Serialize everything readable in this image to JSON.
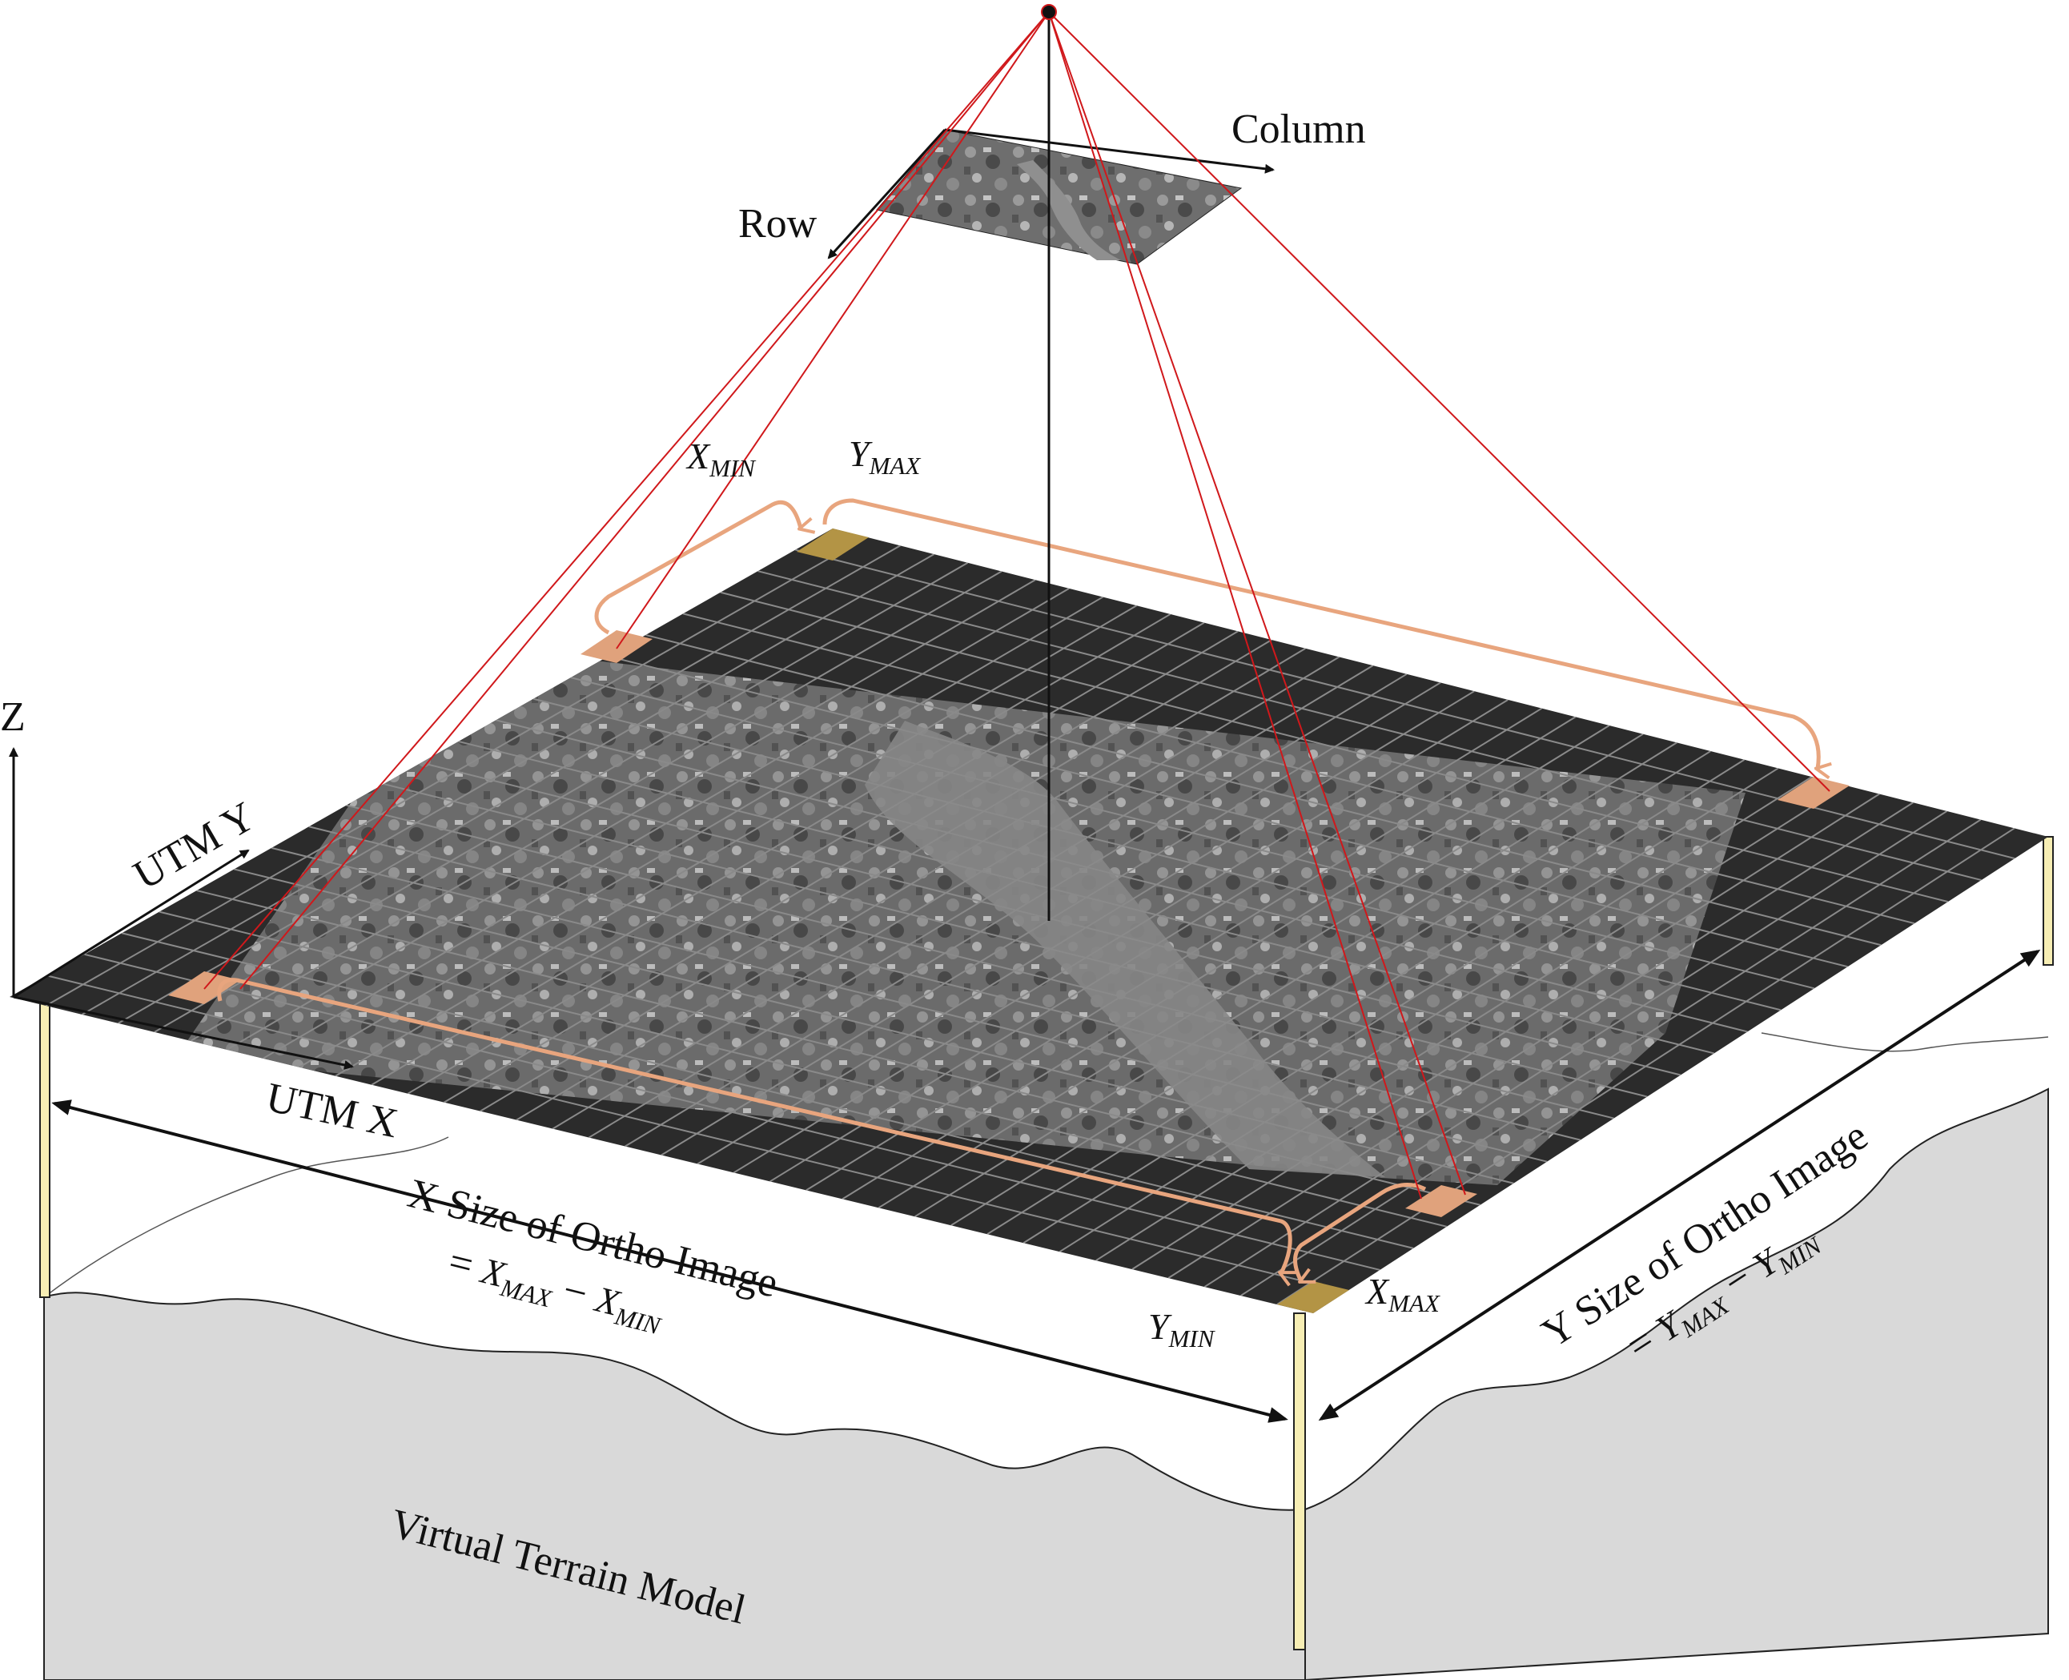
{
  "labels": {
    "column": "Column",
    "row": "Row",
    "z_axis": "Z",
    "utm_y": "UTM Y",
    "utm_x": "UTM X",
    "x_min": {
      "base": "X",
      "sub": "MIN"
    },
    "y_max": {
      "base": "Y",
      "sub": "MAX"
    },
    "x_max": {
      "base": "X",
      "sub": "MAX"
    },
    "y_min": {
      "base": "Y",
      "sub": "MIN"
    },
    "x_size_line1": "X Size of Ortho Image",
    "x_size_line2": {
      "eq": "= ",
      "a": "X",
      "a_sub": "MAX",
      "minus": " − ",
      "b": "X",
      "b_sub": "MIN"
    },
    "y_size_line1": "Y Size of Ortho Image",
    "y_size_line2": {
      "eq": "= ",
      "a": "Y",
      "a_sub": "MAX",
      "minus": " − ",
      "b": "Y",
      "b_sub": "MIN"
    },
    "terrain": "Virtual Terrain Model"
  },
  "colors": {
    "grid_plane": "#2b2b2b",
    "grid_line": "#8a8a8a",
    "projection_ray": "#d0181b",
    "corner_pixel": "#e0a27c",
    "corner_pixel_dark": "#b39445",
    "bracket_arrow": "#e8a57e",
    "pillar": "#f7eeb4",
    "terrain_fill": "#d9d9d9",
    "ortho_image": "#7c7c7c"
  }
}
